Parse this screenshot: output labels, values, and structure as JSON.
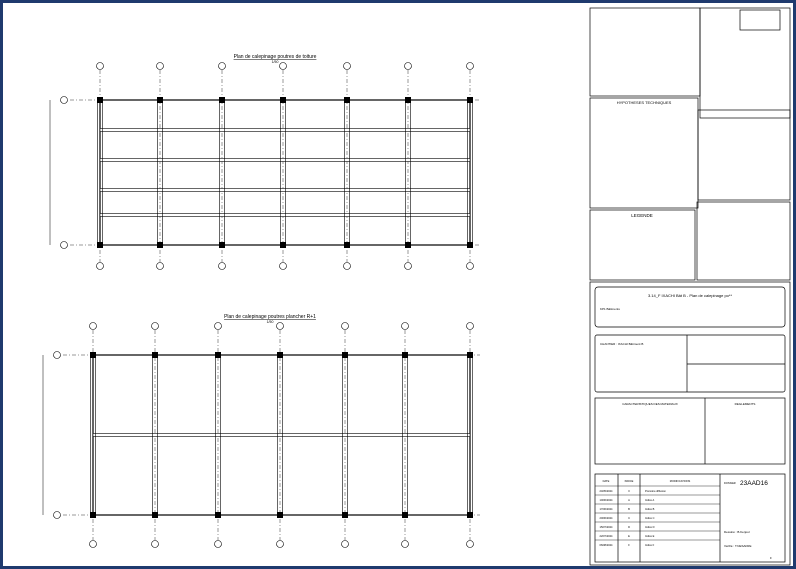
{
  "plans": [
    {
      "title": "Plan de calepinage poutres de toiture",
      "scale": "1/50"
    },
    {
      "title": "Plan de calepinage poutres plancher R+1",
      "scale": "1/50"
    }
  ],
  "notes": {
    "hypotheses_title": "HYPOTHESES TECHNIQUES",
    "legend_title": "LEGENDE"
  },
  "title_block": {
    "project_title": "3.14_F IXACHI Bât B - Plan de calepinage po**",
    "client": "KP1 Bâtiments",
    "chantier": "CHANTIER : IXACHI Bâtiment B",
    "materials_title": "CARACTERISTIQUES DES MATERIAUX",
    "regulations_title": "REGLEMENTS",
    "revision_headers": [
      "DATE",
      "INDICE",
      "MODIFICATIONS"
    ],
    "revisions": [
      {
        "date": "24/05/2024",
        "index": "0",
        "mod": "Première diffusion"
      },
      {
        "date": "10/06/2024",
        "index": "A",
        "mod": "Indice A"
      },
      {
        "date": "17/06/2024",
        "index": "B",
        "mod": "Indice B"
      },
      {
        "date": "20/06/2024",
        "index": "C",
        "mod": "Indice C"
      },
      {
        "date": "15/07/2024",
        "index": "D",
        "mod": "Indice D"
      },
      {
        "date": "22/07/2024",
        "index": "E",
        "mod": "Indice E"
      },
      {
        "date": "06/08/2024",
        "index": "F",
        "mod": "Indice F"
      }
    ],
    "dossier_label": "DOSSIER",
    "dossier_number": "23AAD16",
    "dessine": "Dessiné : B.Kerjoul",
    "verifie": "Vérifié : T.NESAFRE",
    "indice": "F"
  },
  "colors": {
    "frame": "#1f3a6e",
    "line": "#000000"
  }
}
